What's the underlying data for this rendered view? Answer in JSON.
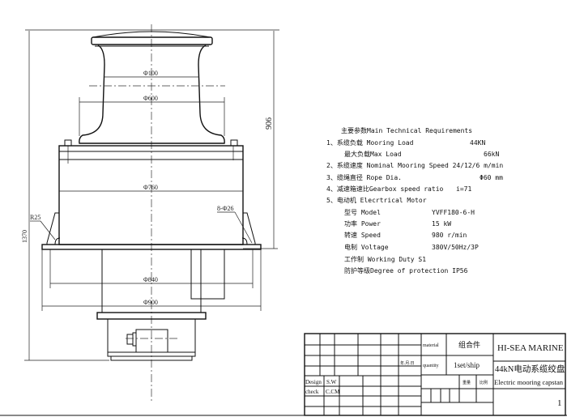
{
  "drawing": {
    "dimensions": {
      "d100": "Φ100",
      "d600": "Φ600",
      "d760": "Φ760",
      "d840": "Φ840",
      "d900": "Φ900",
      "h906": "906",
      "h1370": "1370",
      "r25": "R25",
      "holes": "8-Φ26"
    }
  },
  "requirements": {
    "title": "主要参数Main Technical Requirements",
    "lines": [
      {
        "label": "1、系缆负载 Mooring Load",
        "value": "44KN"
      },
      {
        "label": "最大负载Max Load",
        "value": "66kN"
      },
      {
        "label": "2、系缆速度 Nominal Mooring Speed 24/12/6 m/min",
        "value": ""
      },
      {
        "label": "3、缆绳直径 Rope Dia.",
        "value": "Φ60 mm"
      },
      {
        "label": "4、减速箱速比Gearbox speed ratio",
        "value": "i=71"
      },
      {
        "label": "5、电动机 Elecrtrical Motor",
        "value": ""
      },
      {
        "label": "型号 Model",
        "value": "YVFF180-6-H"
      },
      {
        "label": "功率 Power",
        "value": "15 kW"
      },
      {
        "label": "转速 Speed",
        "value": "980 r/min"
      },
      {
        "label": "电制 Voltage",
        "value": "380V/50Hz/3P"
      },
      {
        "label": "工作制 Working Duty  S1",
        "value": ""
      },
      {
        "label": "防护等级Degree of protection IP56",
        "value": ""
      }
    ]
  },
  "title_block": {
    "date_label": "年.月.日",
    "design_label": "Design",
    "design_name": "S.W",
    "check_label": "check",
    "check_name": "C.CM",
    "material_label": "material",
    "material_value": "组合件",
    "quantity_label": "quantity",
    "quantity_value": "1set/ship",
    "weight_label": "重量",
    "scale_label": "比例",
    "company": "HI-SEA MARINE",
    "title_cn": "44kN电动系缆绞盘",
    "title_en": "Electric mooring capstan",
    "sheet": "1"
  }
}
